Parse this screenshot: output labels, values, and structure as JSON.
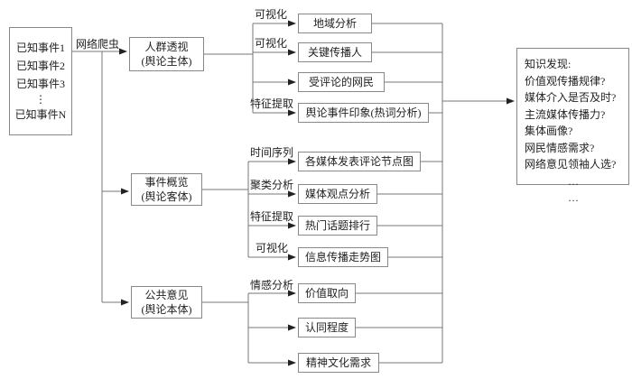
{
  "source": {
    "lines": [
      "已知事件1",
      "已知事件2",
      "已知事件3",
      "⋮",
      "已知事件N"
    ]
  },
  "crawler_label": "网络爬虫",
  "stages": [
    {
      "title": "人群透视",
      "subtitle": "(舆论主体)",
      "branches": [
        {
          "label": "可视化",
          "target": "地域分析"
        },
        {
          "label": "可视化",
          "target": "关键传播人"
        },
        {
          "label": "",
          "target": "受评论的网民"
        },
        {
          "label": "特征提取",
          "target": "舆论事件印象(热词分析)"
        }
      ]
    },
    {
      "title": "事件概览",
      "subtitle": "(舆论客体)",
      "branches": [
        {
          "label": "时间序列",
          "target": "各媒体发表评论节点图"
        },
        {
          "label": "聚类分析",
          "target": "媒体观点分析"
        },
        {
          "label": "特征提取",
          "target": "热门话题排行"
        },
        {
          "label": "可视化",
          "target": "信息传播走势图"
        }
      ]
    },
    {
      "title": "公共意见",
      "subtitle": "(舆论本体)",
      "branches": [
        {
          "label": "情感分析",
          "target": "价值取向"
        },
        {
          "label": "",
          "target": "认同程度"
        },
        {
          "label": "",
          "target": "精神文化需求"
        }
      ]
    }
  ],
  "knowledge": {
    "lines": [
      "知识发现:",
      "价值观传播规律?",
      "媒体介入是否及时?",
      "主流媒体传播力?",
      "集体画像?",
      "网民情感需求?",
      "网络意见领袖人选?",
      "...",
      "..."
    ]
  },
  "colors": {
    "line": "#777777",
    "arrow": "#222222",
    "border": "#888888",
    "text": "#222222"
  }
}
